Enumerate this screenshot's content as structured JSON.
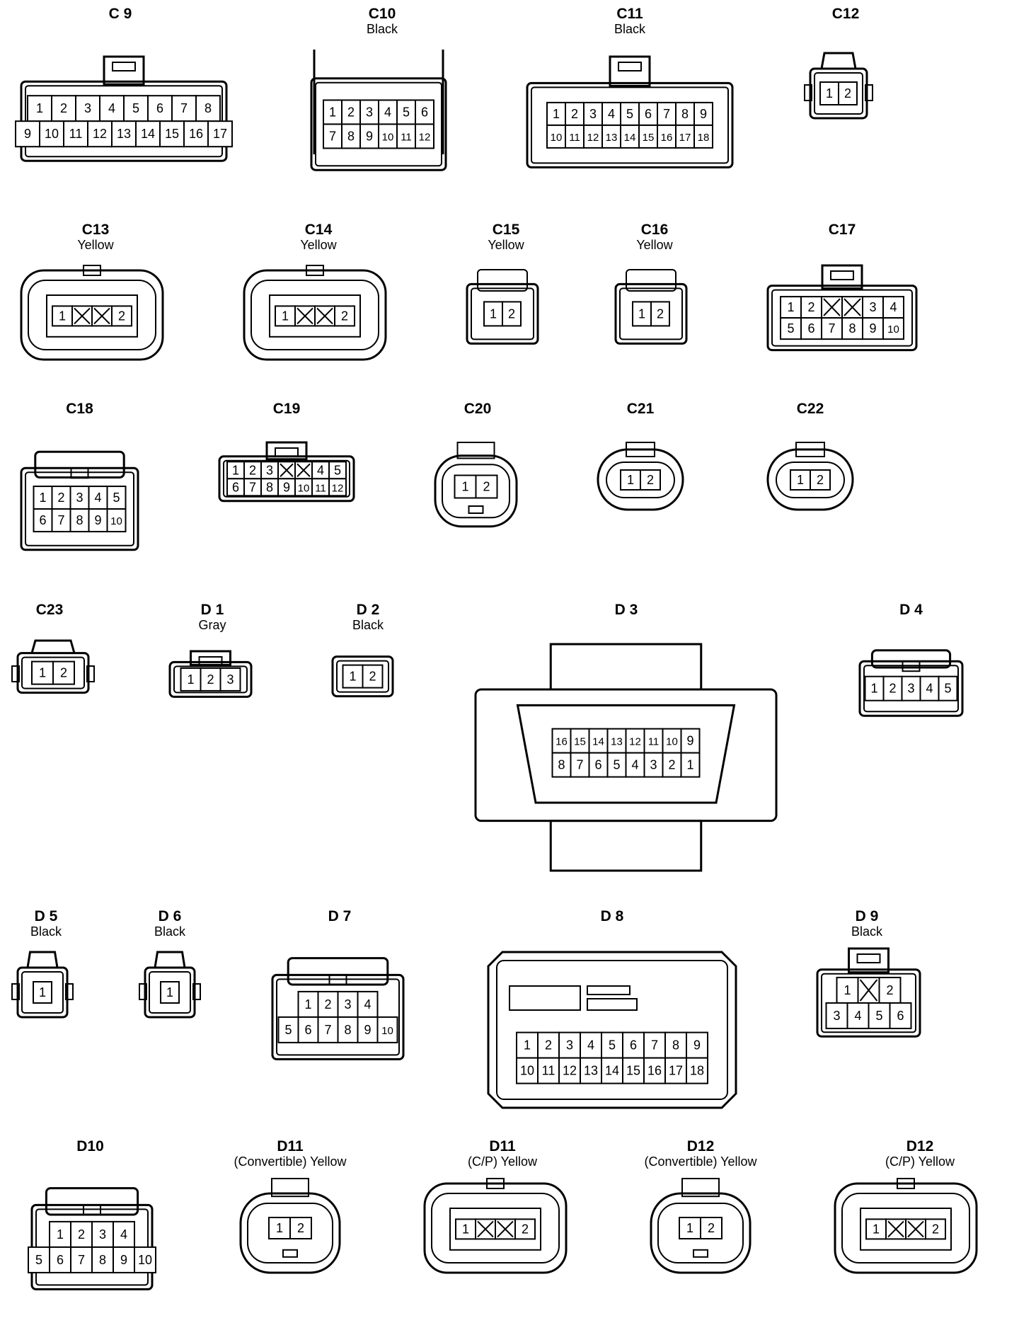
{
  "connectors": [
    {
      "id": "c9",
      "name": "C 9",
      "note": "",
      "pins": [
        [
          "1",
          "2",
          "3",
          "4",
          "5",
          "6",
          "7",
          "8"
        ],
        [
          "9",
          "10",
          "11",
          "12",
          "13",
          "14",
          "15",
          "16",
          "17"
        ]
      ]
    },
    {
      "id": "c10",
      "name": "C10",
      "note": "Black",
      "pins": [
        [
          "1",
          "2",
          "3",
          "4",
          "5",
          "6"
        ],
        [
          "7",
          "8",
          "9",
          "10",
          "11",
          "12"
        ]
      ]
    },
    {
      "id": "c11",
      "name": "C11",
      "note": "Black",
      "pins": [
        [
          "1",
          "2",
          "3",
          "4",
          "5",
          "6",
          "7",
          "8",
          "9"
        ],
        [
          "10",
          "11",
          "12",
          "13",
          "14",
          "15",
          "16",
          "17",
          "18"
        ]
      ]
    },
    {
      "id": "c12",
      "name": "C12",
      "note": "",
      "pins": [
        [
          "1",
          "2"
        ]
      ]
    },
    {
      "id": "c13",
      "name": "C13",
      "note": "Yellow",
      "pins": [
        [
          "1",
          "",
          "",
          "2"
        ]
      ]
    },
    {
      "id": "c14",
      "name": "C14",
      "note": "Yellow",
      "pins": [
        [
          "1",
          "",
          "",
          "2"
        ]
      ]
    },
    {
      "id": "c15",
      "name": "C15",
      "note": "Yellow",
      "pins": [
        [
          "1",
          "2"
        ]
      ]
    },
    {
      "id": "c16",
      "name": "C16",
      "note": "Yellow",
      "pins": [
        [
          "1",
          "2"
        ]
      ]
    },
    {
      "id": "c17",
      "name": "C17",
      "note": "",
      "pins": [
        [
          "1",
          "2",
          "",
          "",
          "3",
          "4"
        ],
        [
          "5",
          "6",
          "7",
          "8",
          "9",
          "10"
        ]
      ]
    },
    {
      "id": "c18",
      "name": "C18",
      "note": "",
      "pins": [
        [
          "1",
          "2",
          "3",
          "4",
          "5"
        ],
        [
          "6",
          "7",
          "8",
          "9",
          "10"
        ]
      ]
    },
    {
      "id": "c19",
      "name": "C19",
      "note": "",
      "pins": [
        [
          "1",
          "2",
          "3",
          "",
          "",
          "4",
          "5"
        ],
        [
          "6",
          "7",
          "8",
          "9",
          "10",
          "11",
          "12"
        ]
      ]
    },
    {
      "id": "c20",
      "name": "C20",
      "note": "",
      "pins": [
        [
          "1",
          "2"
        ]
      ]
    },
    {
      "id": "c21",
      "name": "C21",
      "note": "",
      "pins": [
        [
          "1",
          "2"
        ]
      ]
    },
    {
      "id": "c22",
      "name": "C22",
      "note": "",
      "pins": [
        [
          "1",
          "2"
        ]
      ]
    },
    {
      "id": "c23",
      "name": "C23",
      "note": "",
      "pins": [
        [
          "1",
          "2"
        ]
      ]
    },
    {
      "id": "d1",
      "name": "D 1",
      "note": "Gray",
      "pins": [
        [
          "1",
          "2",
          "3"
        ]
      ]
    },
    {
      "id": "d2",
      "name": "D 2",
      "note": "Black",
      "pins": [
        [
          "1",
          "2"
        ]
      ]
    },
    {
      "id": "d3",
      "name": "D 3",
      "note": "",
      "pins": [
        [
          "16",
          "15",
          "14",
          "13",
          "12",
          "11",
          "10",
          "9"
        ],
        [
          "8",
          "7",
          "6",
          "5",
          "4",
          "3",
          "2",
          "1"
        ]
      ]
    },
    {
      "id": "d4",
      "name": "D 4",
      "note": "",
      "pins": [
        [
          "1",
          "2",
          "3",
          "4",
          "5"
        ]
      ]
    },
    {
      "id": "d5",
      "name": "D 5",
      "note": "Black",
      "pins": [
        [
          "1"
        ]
      ]
    },
    {
      "id": "d6",
      "name": "D 6",
      "note": "Black",
      "pins": [
        [
          "1"
        ]
      ]
    },
    {
      "id": "d7",
      "name": "D 7",
      "note": "",
      "pins": [
        [
          "1",
          "2",
          "3",
          "4"
        ],
        [
          "5",
          "6",
          "7",
          "8",
          "9",
          "10"
        ]
      ]
    },
    {
      "id": "d8",
      "name": "D 8",
      "note": "",
      "pins": [
        [
          "1",
          "2",
          "3",
          "4",
          "5",
          "6",
          "7",
          "8",
          "9"
        ],
        [
          "10",
          "11",
          "12",
          "13",
          "14",
          "15",
          "16",
          "17",
          "18"
        ]
      ]
    },
    {
      "id": "d9",
      "name": "D 9",
      "note": "Black",
      "pins": [
        [
          "1",
          "",
          "2"
        ],
        [
          "3",
          "4",
          "5",
          "6"
        ]
      ]
    },
    {
      "id": "d10",
      "name": "D10",
      "note": "",
      "pins": [
        [
          "1",
          "2",
          "3",
          "4"
        ],
        [
          "5",
          "6",
          "7",
          "8",
          "9",
          "10"
        ]
      ]
    },
    {
      "id": "d11-conv",
      "name": "D11",
      "note": "(Convertible)  Yellow",
      "pins": [
        [
          "1",
          "2"
        ]
      ]
    },
    {
      "id": "d11-cp",
      "name": "D11",
      "note": "(C/P)  Yellow",
      "pins": [
        [
          "1",
          "",
          "",
          "2"
        ]
      ]
    },
    {
      "id": "d12-conv",
      "name": "D12",
      "note": "(Convertible)  Yellow",
      "pins": [
        [
          "1",
          "2"
        ]
      ]
    },
    {
      "id": "d12-cp",
      "name": "D12",
      "note": "(C/P)  Yellow",
      "pins": [
        [
          "1",
          "",
          "",
          "2"
        ]
      ]
    }
  ]
}
